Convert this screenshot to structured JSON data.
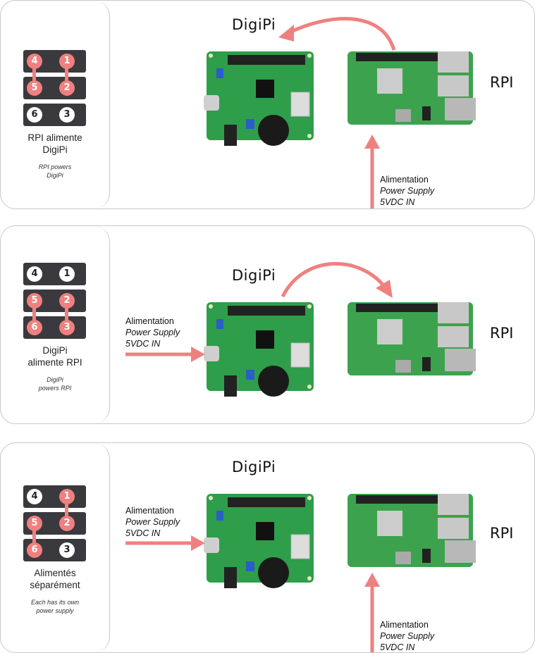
{
  "labels": {
    "digipi": "DigiPi",
    "rpi": "RPI",
    "ps_fr": "Alimentation",
    "ps_en": "Power Supply",
    "ps_v": "5VDC IN"
  },
  "panels": [
    {
      "jumper": {
        "rows": [
          [
            "4",
            "1"
          ],
          [
            "5",
            "2"
          ],
          [
            "6",
            "3"
          ]
        ]
      },
      "caption": [
        "RPI alimente",
        "DigiPi"
      ],
      "subcaption": [
        "RPI powers",
        "DigiPi"
      ]
    },
    {
      "jumper": {
        "rows": [
          [
            "4",
            "1"
          ],
          [
            "5",
            "2"
          ],
          [
            "6",
            "3"
          ]
        ]
      },
      "caption": [
        "DigiPi",
        "alimente RPI"
      ],
      "subcaption": [
        "DigiPi",
        "powers RPI"
      ]
    },
    {
      "jumper": {
        "rows": [
          [
            "4",
            "1"
          ],
          [
            "5",
            "2"
          ],
          [
            "6",
            "3"
          ]
        ]
      },
      "caption": [
        "Alimentés",
        "séparément"
      ],
      "subcaption": [
        "Each has its own",
        "power supply"
      ]
    }
  ],
  "colors": {
    "accent": "#f08080",
    "pcb": "#2e9e4a",
    "jumper_bg": "#3a3a3e"
  }
}
